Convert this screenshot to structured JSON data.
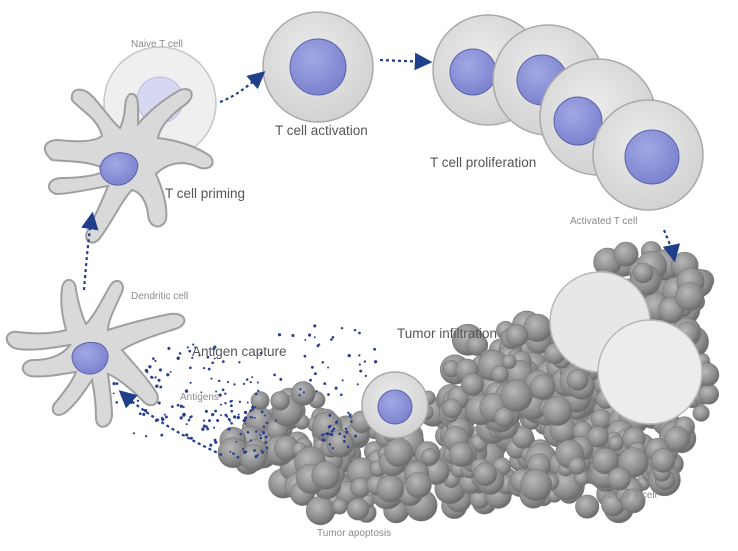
{
  "labels": {
    "naive_t_cell": "Naive T cell",
    "t_cell_activation": "T cell activation",
    "t_cell_proliferation": "T cell proliferation",
    "t_cell_priming": "T cell priming",
    "activated_t_cell": "Activated T cell",
    "dendritic_cell": "Dendritic cell",
    "tumor_infiltration": "Tumor infiltration",
    "antigen_capture": "Antigen capture",
    "antigens": "Antigens",
    "tumor_t_cell": "Tumor T cell",
    "tumor_apoptosis": "Tumor apoptosis"
  },
  "colors": {
    "cell_fill": "#dcdcdc",
    "cell_stroke": "#a9a9a9",
    "nucleus": "#8b92d6",
    "nucleus_stroke": "#5c63a8",
    "arrow": "#1f3f8a",
    "antigen_dot": "#2a3f8f",
    "tumor": "#8f8f8f"
  },
  "icons": {
    "dendritic_cell": "dendritic-cell-icon",
    "t_cell": "t-cell-icon",
    "tumor": "tumor-mass-icon"
  }
}
